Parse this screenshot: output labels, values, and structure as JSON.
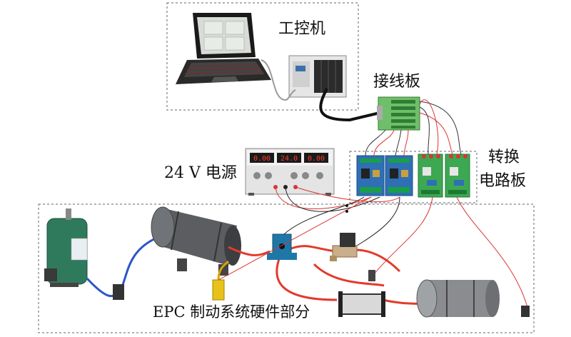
{
  "labels": {
    "industrial_pc": "工控机",
    "terminal_board": "接线板",
    "power_supply": "24 V 电源",
    "converter_board_line1": "转换",
    "converter_board_line2": "电路板",
    "epc_hardware": "EPC 制动系统硬件部分"
  },
  "power_supply_display": {
    "left": "0.00",
    "middle": "24.0",
    "right": "0.00"
  }
}
